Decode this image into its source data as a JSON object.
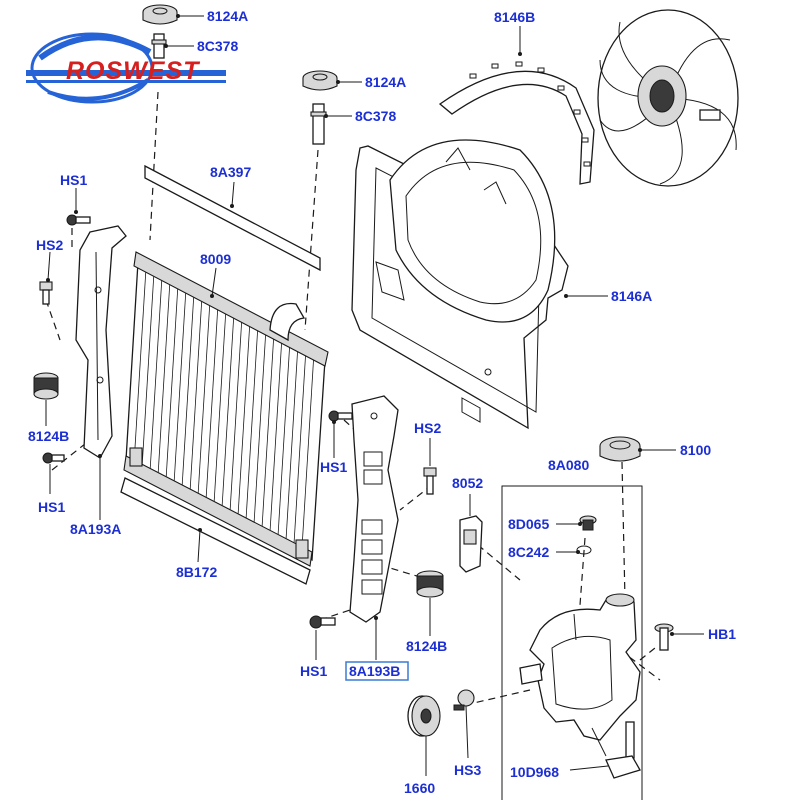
{
  "logo": {
    "text": "ROSWEST",
    "color": "#2563d6",
    "accent": "#d61f1f"
  },
  "label_color": "#1c2fd4",
  "highlight_color": "#3a7bd5",
  "callouts": {
    "cap_top": "8124A",
    "pipe_top": "8C378",
    "cap_mid": "8124A",
    "pipe_mid": "8C378",
    "shroud_upper": "8146B",
    "shroud": "8146A",
    "seal_top": "8A397",
    "radiator": "8009",
    "hs1_top_left": "HS1",
    "hs2_left": "HS2",
    "mount_left": "8124B",
    "hs1_bottom_left": "HS1",
    "bracket_left": "8A193A",
    "seal_bottom": "8B172",
    "hs1_mid": "HS1",
    "hs2_mid": "HS2",
    "sensor": "8052",
    "mount_right": "8124B",
    "hs1_bottom": "HS1",
    "bracket_right": "8A193B",
    "reservoir_cap": "8100",
    "reservoir": "8A080",
    "bleed_screw": "8D065",
    "oring": "8C242",
    "hb1": "HB1",
    "pulley": "1660",
    "hs3": "HS3",
    "hose_sensor": "10D968"
  }
}
